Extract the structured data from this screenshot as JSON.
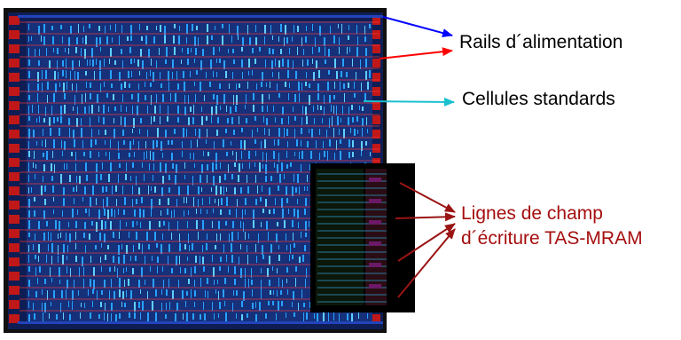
{
  "annotations": {
    "power_rails": "Rails d´alimentation",
    "standard_cells": "Cellules standards",
    "write_field_lines_line1": "Lignes de champ",
    "write_field_lines_line2": "d´écriture TAS-MRAM"
  },
  "colors": {
    "chip_background": "#0e1d53",
    "chip_border": "#101010",
    "core_fill": "#16307a",
    "cell_stripe": "#28a2ff",
    "power_rail": "#ff3a3a",
    "io_pad": "#c01818",
    "mram_block": "#0b1708",
    "mram_lines": "#2a7aa0",
    "arrow_blue": "#0000ff",
    "arrow_red": "#ff0000",
    "arrow_cyan": "#19c0cf",
    "arrow_darkred": "#9b1414",
    "label_text": "#000000",
    "label_highlight": "#a50e0e"
  }
}
